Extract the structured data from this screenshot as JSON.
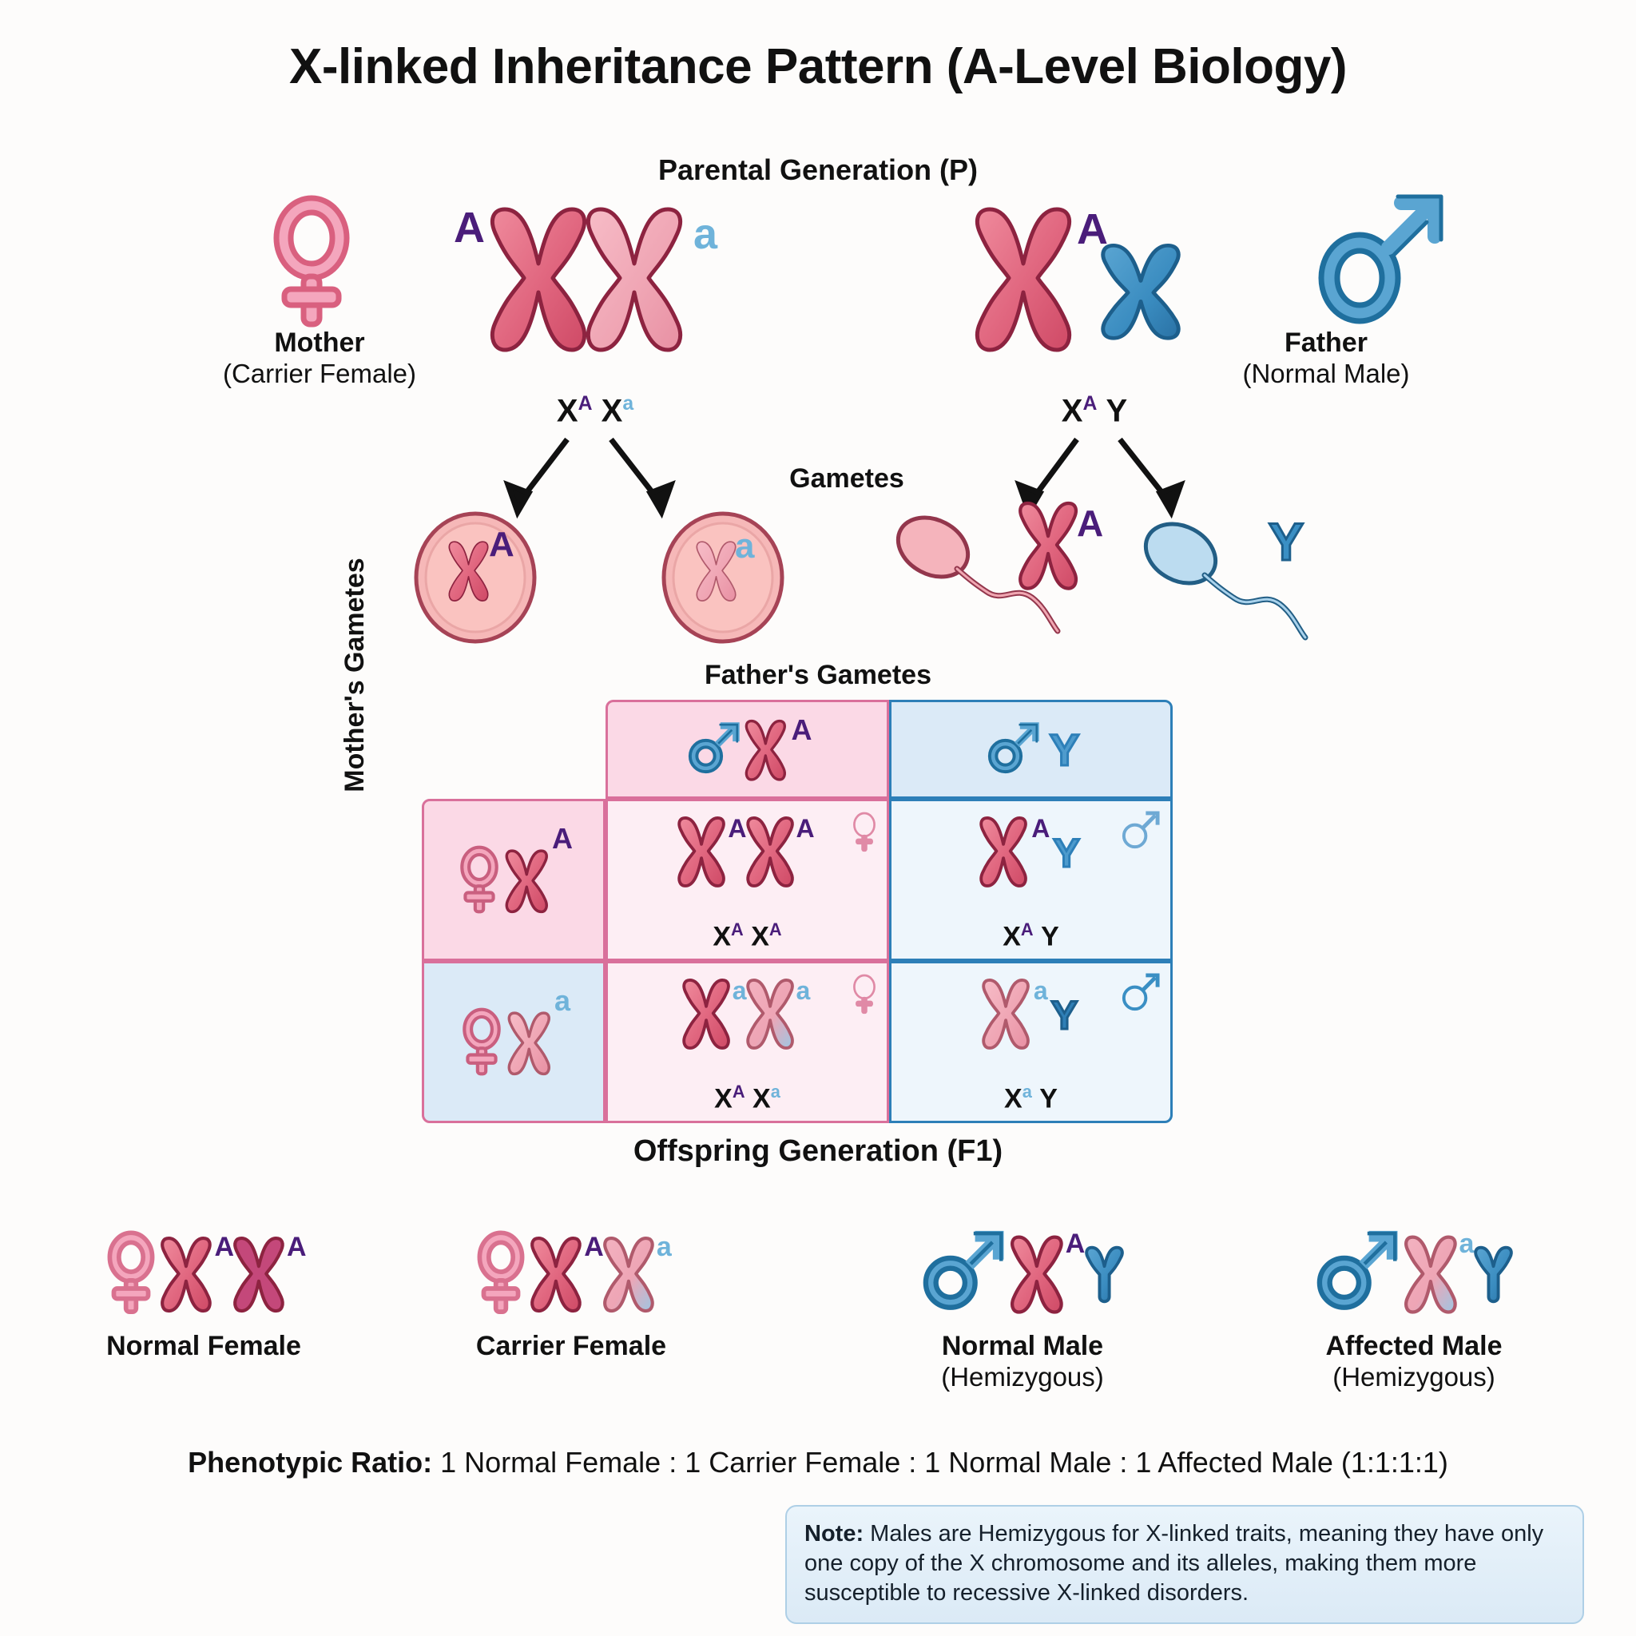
{
  "title": "X-linked Inheritance Pattern (A-Level Biology)",
  "sections": {
    "parental_title": "Parental Generation (P)",
    "gametes_label": "Gametes",
    "fathers_gametes_title": "Father's Gametes",
    "mothers_gametes_title": "Mother's Gametes",
    "offspring_title": "Offspring Generation (F1)"
  },
  "parents": {
    "mother": {
      "symbol": "female-symbol",
      "name": "Mother",
      "subtitle": "(Carrier Female)",
      "allele_left": "A",
      "allele_right": "a",
      "genotype_x1": "X",
      "genotype_sup1": "A",
      "genotype_x2": "X",
      "genotype_sup2": "a"
    },
    "father": {
      "symbol": "male-symbol",
      "name": "Father",
      "subtitle": "(Normal Male)",
      "allele_left": "A",
      "genotype_x1": "X",
      "genotype_sup1": "A",
      "genotype_x2": "Y"
    }
  },
  "gametes": {
    "mother_eggs": [
      {
        "cell_type": "ovum",
        "chromosome": "X",
        "allele": "A",
        "allele_color": "#4a1d7a"
      },
      {
        "cell_type": "ovum",
        "chromosome": "X",
        "allele": "a",
        "allele_color": "#6fb3da"
      }
    ],
    "father_sperm": [
      {
        "cell_type": "sperm",
        "color": "pink",
        "chromosome": "X",
        "allele": "A",
        "allele_color": "#4a1d7a"
      },
      {
        "cell_type": "sperm",
        "color": "blue",
        "chromosome": "Y",
        "allele": "",
        "allele_color": "#2d7fb8"
      }
    ]
  },
  "punnett": {
    "column_headers": [
      {
        "symbol": "male-symbol",
        "chromosome": "X",
        "allele": "A",
        "bg": "pink"
      },
      {
        "symbol": "male-symbol",
        "chromosome": "Y",
        "allele": "",
        "bg": "blue"
      }
    ],
    "row_headers": [
      {
        "symbol": "female-symbol",
        "chromosome": "X",
        "allele": "A",
        "bg": "pink"
      },
      {
        "symbol": "female-symbol",
        "chromosome": "X",
        "allele": "a",
        "bg": "blue"
      }
    ],
    "cells": [
      {
        "id": "cell-1-1",
        "bg": "pink",
        "sex_symbol": "female-symbol",
        "genotype_parts": [
          "X",
          "A",
          "X",
          "A"
        ],
        "genotype_text": "XA XA",
        "chrom_alleles": [
          "A",
          "A"
        ],
        "chrom_types": [
          "normal",
          "normal"
        ]
      },
      {
        "id": "cell-1-2",
        "bg": "blue",
        "sex_symbol": "male-symbol",
        "genotype_parts": [
          "X",
          "A",
          "Y",
          ""
        ],
        "genotype_text": "XA Y",
        "chrom_alleles": [
          "A",
          ""
        ],
        "chrom_types": [
          "normal",
          "y"
        ]
      },
      {
        "id": "cell-2-1",
        "bg": "pink",
        "sex_symbol": "female-symbol",
        "genotype_parts": [
          "X",
          "A",
          "X",
          "a"
        ],
        "genotype_text": "XA Xa",
        "chrom_alleles": [
          "a",
          "a"
        ],
        "chrom_types": [
          "normal",
          "carrier"
        ]
      },
      {
        "id": "cell-2-2",
        "bg": "blue",
        "sex_symbol": "male-symbol",
        "genotype_parts": [
          "X",
          "a",
          "Y",
          ""
        ],
        "genotype_text": "Xa Y",
        "chrom_alleles": [
          "a",
          ""
        ],
        "chrom_types": [
          "affected",
          "y"
        ]
      }
    ]
  },
  "legend": [
    {
      "sex_symbol": "female-symbol",
      "label": "Normal Female",
      "sublabel": "",
      "alleles": [
        "A",
        "A"
      ]
    },
    {
      "sex_symbol": "female-symbol",
      "label": "Carrier Female",
      "sublabel": "",
      "alleles": [
        "A",
        "a"
      ]
    },
    {
      "sex_symbol": "male-symbol",
      "label": "Normal Male",
      "sublabel": "(Hemizygous)",
      "alleles": [
        "A",
        ""
      ]
    },
    {
      "sex_symbol": "male-symbol",
      "label": "Affected Male",
      "sublabel": "(Hemizygous)",
      "alleles": [
        "a",
        ""
      ]
    }
  ],
  "ratio": {
    "prefix": "Phenotypic Ratio:",
    "text": " 1 Normal Female : 1 Carrier Female : 1 Normal Male : 1 Affected Male (1:1:1:1)"
  },
  "note": {
    "prefix": "Note:",
    "text": " Males are Hemizygous for X-linked traits, meaning they have only one copy of the X chromosome and its alleles, making them more susceptible to recessive X-linked disorders."
  },
  "colors": {
    "allele_dominant": "#4a1d7a",
    "allele_recessive": "#6fb3da",
    "chromosome_red": "#dd5b72",
    "chromosome_pink": "#f0a0b0",
    "chromosome_blue": "#2f7fb6",
    "female_symbol": "#f09ab4",
    "male_symbol": "#3a8fc4",
    "pink_bg": "#fbd9e6",
    "blue_bg": "#dbeaf7",
    "pink_border": "#d9709b",
    "blue_border": "#2d7fb8",
    "note_bg": "#e3f0fa",
    "note_border": "#aecfe6"
  }
}
